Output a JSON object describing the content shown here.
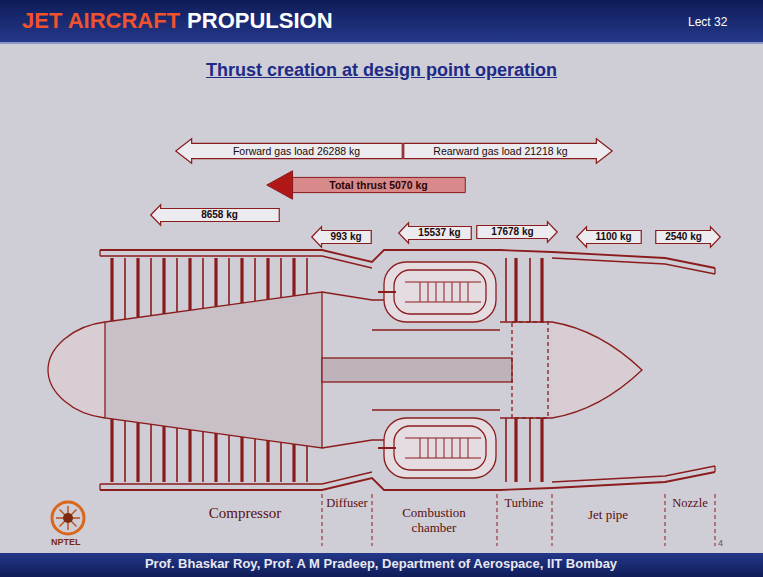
{
  "diagram": {
    "title": "Thrust creation at design point operation",
    "nodes": [
      {
        "text": [
          "Forward gas load 26288 kg"
        ]
      },
      {
        "text": [
          "Rearward gas load 21218 kg"
        ]
      },
      {
        "text": [
          "Total thrust 5070 kg"
        ]
      },
      {
        "text": [
          "8658 kg"
        ]
      },
      {
        "text": [
          "993 kg"
        ]
      },
      {
        "text": [
          "15537 kg"
        ]
      },
      {
        "text": [
          "17678 kg"
        ]
      },
      {
        "text": [
          "1100 kg"
        ]
      },
      {
        "text": [
          "2540 kg"
        ]
      }
    ],
    "labels": [
      "JET AIRCRAFT",
      "PROPULSION",
      "Lect 32",
      "Compressor",
      "Diffuser",
      "Combustion chamber",
      "Turbine",
      "Jet pipe",
      "Nozzle",
      "NPTEL",
      "4",
      "Prof. Bhaskar Roy, Prof. A M Pradeep, Department of Aerospace, IIT Bombay"
    ]
  }
}
